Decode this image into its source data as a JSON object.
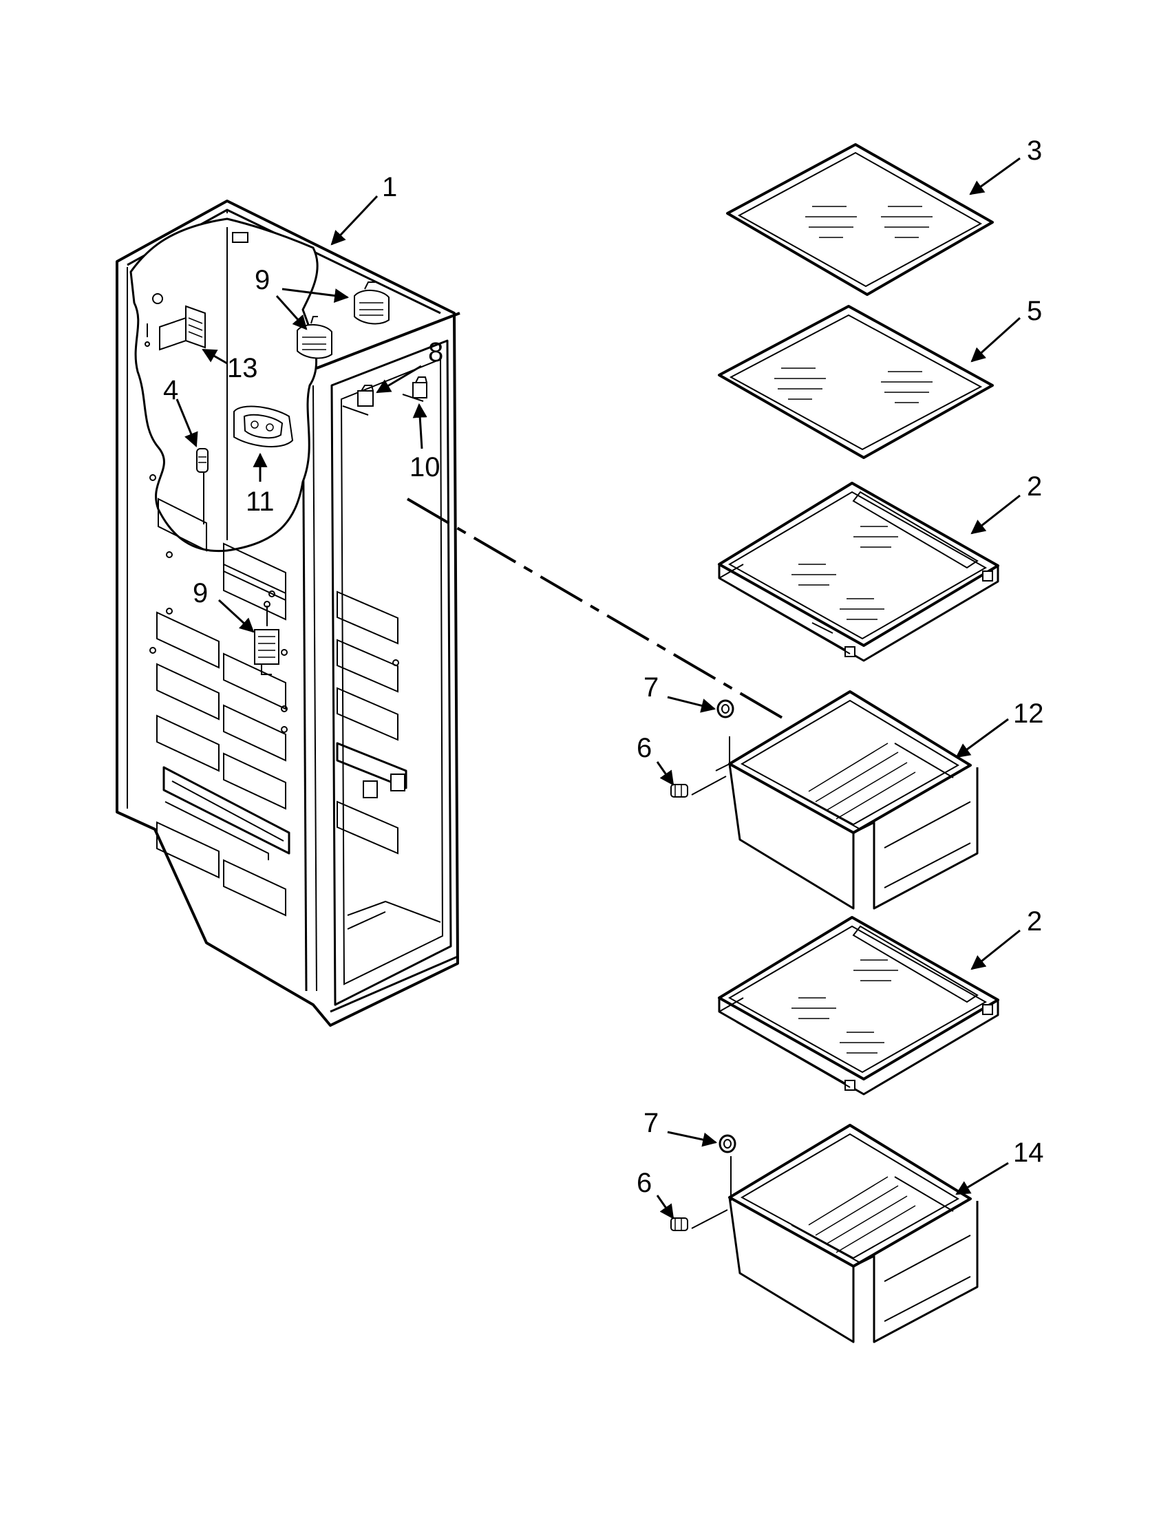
{
  "colors": {
    "ink": "#000000",
    "paper": "#ffffff"
  },
  "callouts": {
    "c1": "1",
    "c2a": "2",
    "c2b": "2",
    "c3": "3",
    "c4": "4",
    "c5": "5",
    "c6a": "6",
    "c6b": "6",
    "c7a": "7",
    "c7b": "7",
    "c8": "8",
    "c9a": "9",
    "c9b": "9",
    "c10": "10",
    "c11": "11",
    "c12": "12",
    "c13": "13",
    "c14": "14"
  }
}
